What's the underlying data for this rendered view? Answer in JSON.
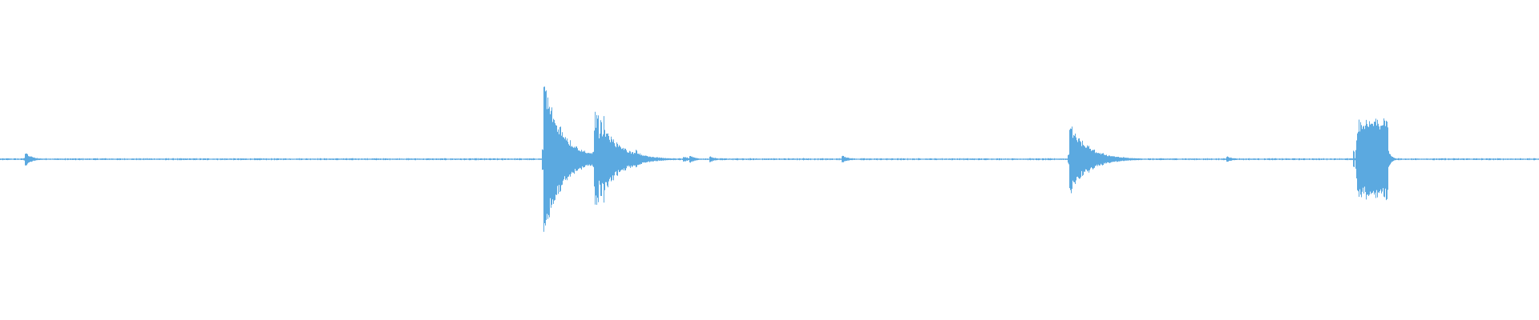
{
  "waveform": {
    "color": "#5ba9e0",
    "background": "#ffffff",
    "center_level": 0.0,
    "baseline_noise": 0.004,
    "events": [
      {
        "name": "transient-1",
        "time": 0.016,
        "peak": 0.05,
        "decay": 0.004,
        "kind": "spike"
      },
      {
        "name": "transient-2",
        "time": 0.353,
        "peak": 0.5,
        "decay": 0.012,
        "kind": "spike"
      },
      {
        "name": "transient-3",
        "time": 0.386,
        "peak": 0.37,
        "decay": 0.012,
        "kind": "burst-spike"
      },
      {
        "name": "transient-4",
        "time": 0.413,
        "peak": 0.06,
        "decay": 0.005,
        "kind": "spike"
      },
      {
        "name": "transient-5",
        "time": 0.444,
        "peak": 0.02,
        "decay": 0.004,
        "kind": "spike"
      },
      {
        "name": "transient-6",
        "time": 0.448,
        "peak": 0.025,
        "decay": 0.004,
        "kind": "spike"
      },
      {
        "name": "transient-7",
        "time": 0.461,
        "peak": 0.02,
        "decay": 0.004,
        "kind": "spike"
      },
      {
        "name": "transient-8",
        "time": 0.522,
        "peak": 0.008,
        "decay": 0.002,
        "kind": "spike"
      },
      {
        "name": "transient-9",
        "time": 0.547,
        "peak": 0.025,
        "decay": 0.004,
        "kind": "spike"
      },
      {
        "name": "transient-10",
        "time": 0.695,
        "peak": 0.22,
        "decay": 0.012,
        "kind": "spike"
      },
      {
        "name": "transient-11",
        "time": 0.797,
        "peak": 0.02,
        "decay": 0.004,
        "kind": "spike"
      },
      {
        "name": "transient-12",
        "time": 0.88,
        "peak": 0.24,
        "decay": 0.01,
        "kind": "block"
      }
    ]
  }
}
